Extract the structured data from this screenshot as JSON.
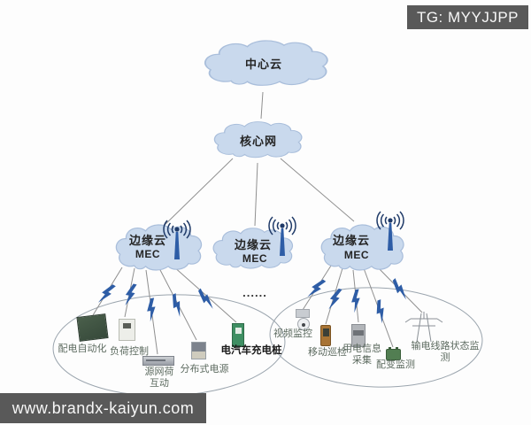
{
  "badge": {
    "text": "TG: MYYJJPP"
  },
  "watermark": {
    "text": "www.brandx-kaiyun.com"
  },
  "diagram": {
    "central_cloud": "中心云",
    "core_network": "核心网",
    "edge_clouds": [
      {
        "label": "边缘云",
        "sublabel": "MEC"
      },
      {
        "label": "边缘云",
        "sublabel": "MEC"
      },
      {
        "label": "边缘云",
        "sublabel": "MEC"
      }
    ],
    "ellipsis": "......",
    "left_devices": [
      "配电自动化",
      "负荷控制",
      "源网荷互动",
      "分布式电源",
      "电汽车充电桩"
    ],
    "right_devices": [
      "视频监控",
      "移动巡检",
      "用电信息采集",
      "配变监测",
      "输电线路状态监测"
    ]
  },
  "colors": {
    "cloud_fill": "#c9d9ed",
    "cloud_stroke": "#a9bedb",
    "antenna_blue": "#2e5da6",
    "signal_navy": "#1f3a68",
    "bolt_blue": "#2e5da6",
    "line_gray": "#8f8f8f",
    "ellipse_stroke": "#9ba5ae",
    "device_label": "#5d6b60",
    "badge_bg": "#595959"
  }
}
